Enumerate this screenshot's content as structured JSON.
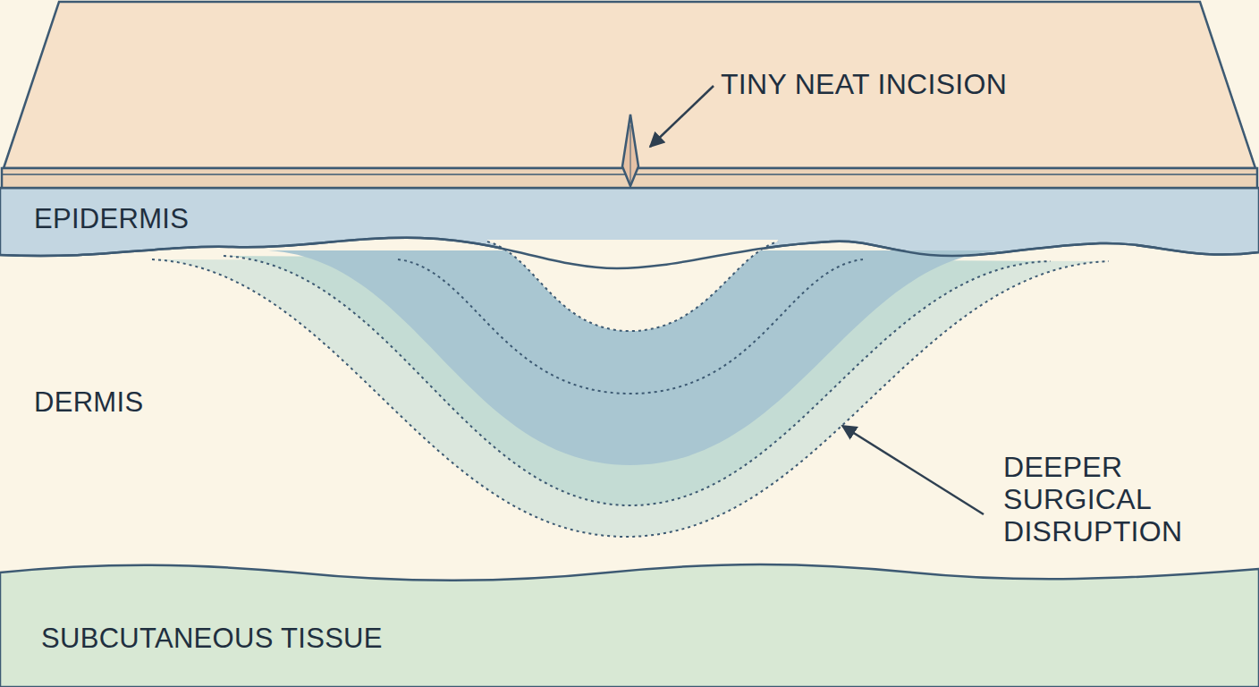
{
  "diagram": {
    "nodes": [
      {
        "text": [
          "EPIDERMIS"
        ]
      },
      {
        "text": [
          "DERMIS"
        ]
      },
      {
        "text": [
          "SUBCUTANEOUS TISSUE"
        ]
      }
    ],
    "labels": [
      "TINY NEAT INCISION",
      "DEEPER SURGICAL DISRUPTION"
    ]
  }
}
